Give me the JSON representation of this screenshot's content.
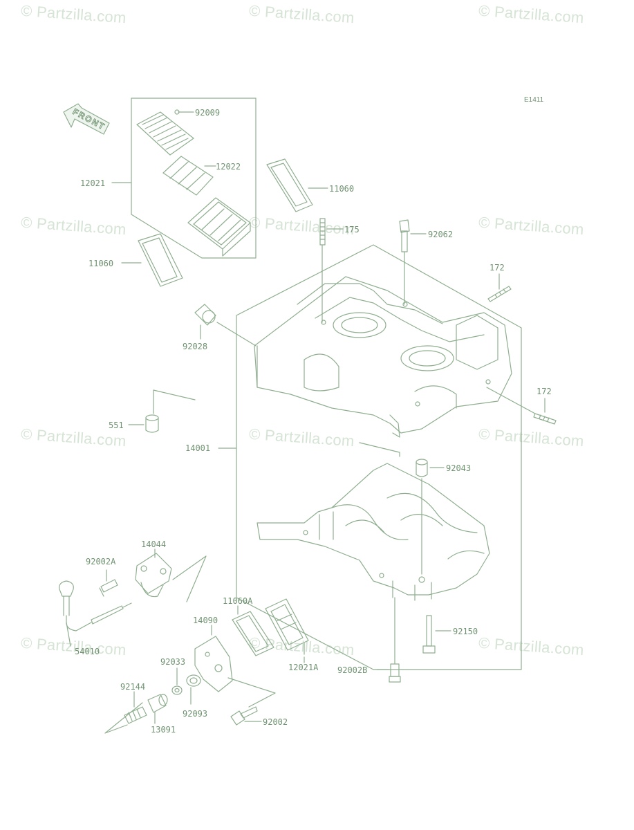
{
  "watermark": "© Partzilla.com",
  "diagram_code": "E1411",
  "front_label": "FRONT",
  "colors": {
    "line": "#8fae8f",
    "text": "#6f9270",
    "watermark": "#d6e4d6"
  },
  "labels": {
    "p92009": "92009",
    "p12022": "12022",
    "p12021": "12021",
    "p11060_top": "11060",
    "p11060_left": "11060",
    "p175": "175",
    "p92062": "92062",
    "p172_top": "172",
    "p172_right": "172",
    "p92028": "92028",
    "p551": "551",
    "p14001": "14001",
    "p92043": "92043",
    "p14044": "14044",
    "p92002A": "92002A",
    "p11060A": "11060A",
    "p14090": "14090",
    "p54010": "54010",
    "p92033": "92033",
    "p92144": "92144",
    "p92093": "92093",
    "p13091": "13091",
    "p92002": "92002",
    "p12021A": "12021A",
    "p92002B": "92002B",
    "p92150": "92150"
  }
}
